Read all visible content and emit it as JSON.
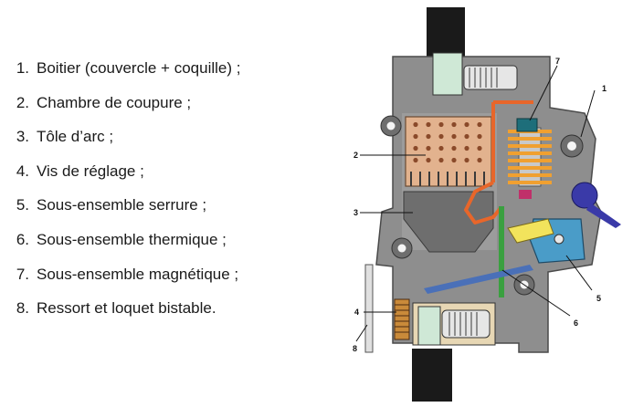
{
  "legend": [
    {
      "number": "1.",
      "text": "Boitier (couvercle + coquille) ;"
    },
    {
      "number": "2.",
      "text": "Chambre de coupure ;"
    },
    {
      "number": "3.",
      "text": "Tôle d’arc ;"
    },
    {
      "number": "4.",
      "text": "Vis de réglage ;"
    },
    {
      "number": "5.",
      "text": "Sous-ensemble serrure ;"
    },
    {
      "number": "6.",
      "text": "Sous-ensemble thermique ;"
    },
    {
      "number": "7.",
      "text": "Sous-ensemble magnétique ;"
    },
    {
      "number": "8.",
      "text": "Ressort et loquet bistable."
    }
  ],
  "callouts": {
    "c1": "1",
    "c2": "2",
    "c3": "3",
    "c4": "4",
    "c5": "5",
    "c6": "6",
    "c7": "7",
    "c8": "8"
  },
  "colors": {
    "housing": "#8e8e8e",
    "arc_chamber": "#e2b28e",
    "coil": "#f0a030",
    "conductor": "#e8662a",
    "mechanism": "#4a9cc8",
    "bimetal": "#3aa040",
    "wire_leads": "#1a1a1a"
  }
}
